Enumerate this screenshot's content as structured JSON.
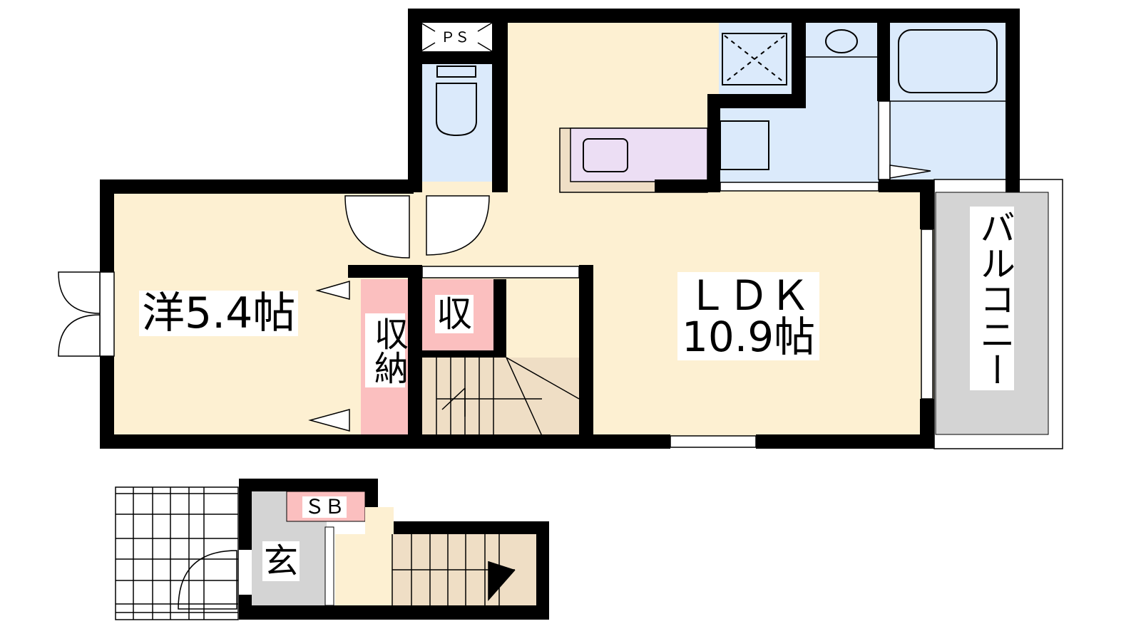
{
  "colors": {
    "floor": "#fdf0d2",
    "wet": "#dbeafb",
    "storage": "#fbbfbf",
    "entrance": "#d4d4d4",
    "kitchen": "#ecdef4",
    "stairs": "#efdec5",
    "wall": "#000000"
  },
  "rooms": {
    "western": {
      "label": "洋5.4帖"
    },
    "ldk": {
      "label_line1": "ＬＤＫ",
      "label_line2": "10.9帖"
    },
    "balcony": {
      "label": "バルコニー"
    },
    "closet": {
      "label": "収納"
    },
    "storage": {
      "label": "収"
    },
    "pipe_space": {
      "label": "ＰＳ"
    },
    "shoe_box": {
      "label": "ＳＢ"
    },
    "entrance": {
      "label": "玄"
    }
  }
}
